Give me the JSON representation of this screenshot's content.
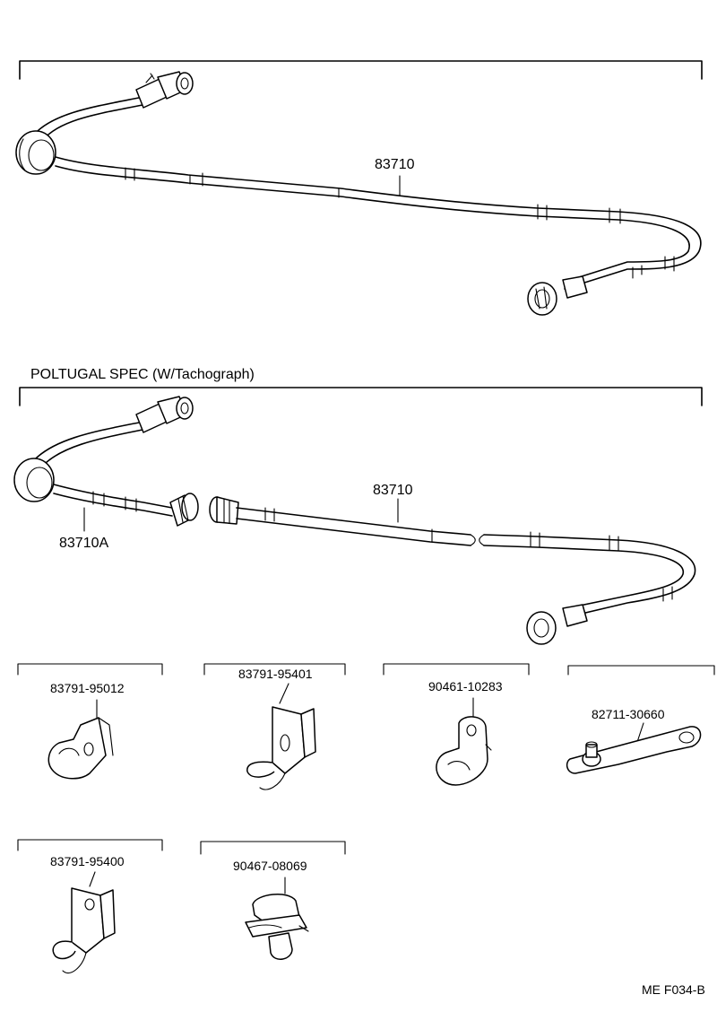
{
  "diagram_1": {
    "cable_label": "83710"
  },
  "section_2": {
    "heading": "POLTUGAL SPEC (W/Tachograph)",
    "cable_label": "83710",
    "sub_cable_label": "83710A"
  },
  "parts": [
    {
      "number": "83791-95012",
      "icon": "clamp-icon"
    },
    {
      "number": "83791-95401",
      "icon": "bracket-clamp-icon"
    },
    {
      "number": "90461-10283",
      "icon": "p-clamp-icon"
    },
    {
      "number": "82711-30660",
      "icon": "ground-strap-icon"
    },
    {
      "number": "83791-95400",
      "icon": "bracket-clamp-icon"
    },
    {
      "number": "90467-08069",
      "icon": "cable-clip-icon"
    }
  ],
  "footer": {
    "code": "ME F034-B"
  }
}
